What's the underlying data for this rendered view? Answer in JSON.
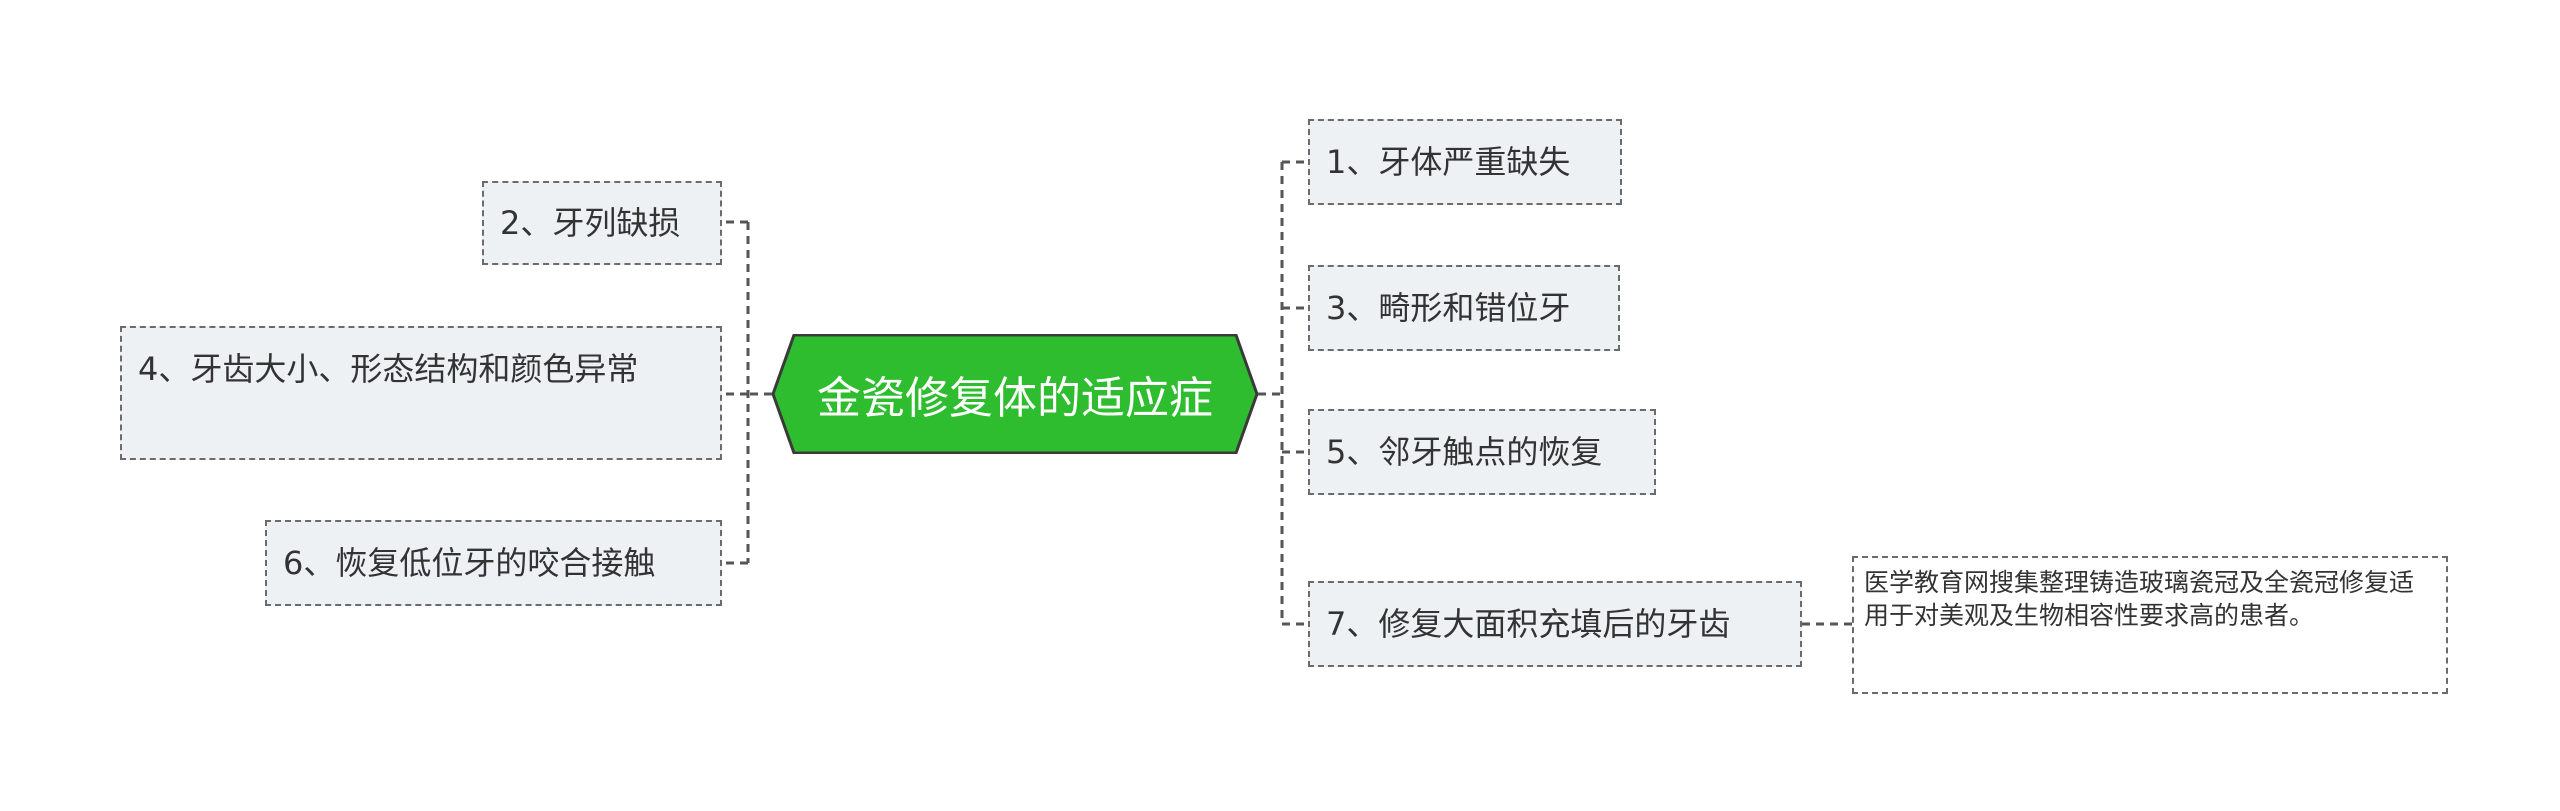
{
  "center": {
    "title": "金瓷修复体的适应症",
    "fill": "#2ebd2e",
    "border": "#3a3a3a"
  },
  "left_topics": [
    "2、牙列缺损",
    "4、牙齿大小、形态结构和颜色异常",
    "6、恢复低位牙的咬合接触"
  ],
  "right_topics": [
    "1、牙体严重缺失",
    "3、畸形和错位牙",
    "5、邻牙触点的恢复",
    "7、修复大面积充填后的牙齿"
  ],
  "note": {
    "text": "医学教育网搜集整理铸造玻璃瓷冠及全瓷冠修复适用于对美观及生物相容性要求高的患者。"
  },
  "colors": {
    "node_bg": "#eef1f4",
    "dashed_border": "#6b6b6b",
    "connector": "#555555"
  }
}
